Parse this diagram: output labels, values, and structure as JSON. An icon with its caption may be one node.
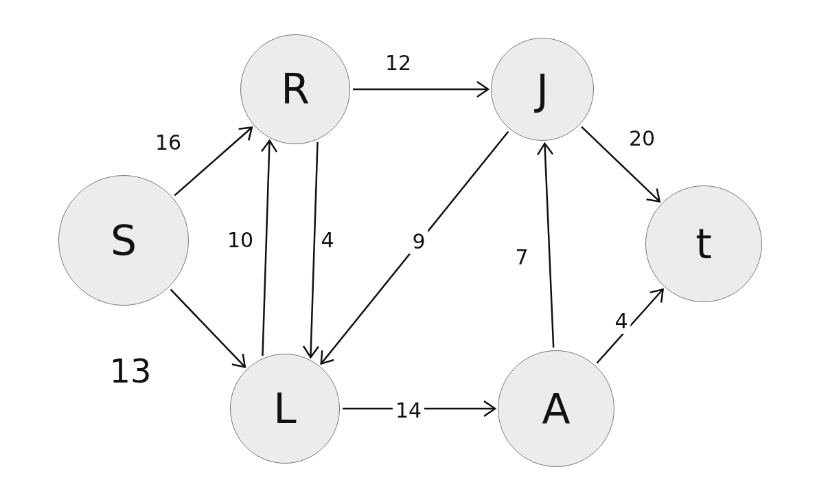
{
  "diagram": {
    "nodes": [
      {
        "text": [
          "S"
        ]
      },
      {
        "text": [
          "R"
        ]
      },
      {
        "text": [
          "J"
        ]
      },
      {
        "text": [
          "t"
        ]
      },
      {
        "text": [
          "L"
        ]
      },
      {
        "text": [
          "A"
        ]
      }
    ],
    "edges": [
      {
        "from": 0,
        "to": 1,
        "arrow": "to",
        "label": "16"
      },
      {
        "from": 0,
        "to": 4,
        "arrow": "to",
        "label": "13"
      },
      {
        "from": 1,
        "to": 2,
        "arrow": "to",
        "label": "12"
      },
      {
        "from": 1,
        "to": 4,
        "arrow": "to",
        "label": "4"
      },
      {
        "from": 4,
        "to": 1,
        "arrow": "to",
        "label": "10"
      },
      {
        "from": 2,
        "to": 4,
        "arrow": "to",
        "label": "9"
      },
      {
        "from": 2,
        "to": 3,
        "arrow": "to",
        "label": "20"
      },
      {
        "from": 5,
        "to": 2,
        "arrow": "to",
        "label": "7"
      },
      {
        "from": 5,
        "to": 3,
        "arrow": "to",
        "label": "4"
      },
      {
        "from": 4,
        "to": 5,
        "arrow": "to",
        "label": "14"
      }
    ]
  }
}
